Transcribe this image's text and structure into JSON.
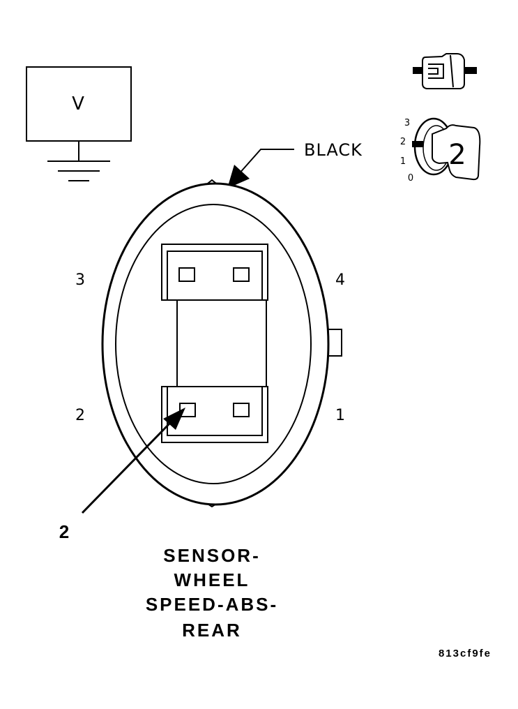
{
  "voltmeter": {
    "label": "V"
  },
  "wire_color": "BLACK",
  "pins": {
    "p1": "1",
    "p2": "2",
    "p3": "3",
    "p4": "4"
  },
  "callout": "2",
  "index_key": {
    "marks": [
      "3",
      "2",
      "1",
      "0"
    ],
    "position": "2"
  },
  "title": {
    "line1": "SENSOR-",
    "line2": "WHEEL",
    "line3": "SPEED-ABS-",
    "line4": "REAR"
  },
  "figure_id": "813cf9fe"
}
